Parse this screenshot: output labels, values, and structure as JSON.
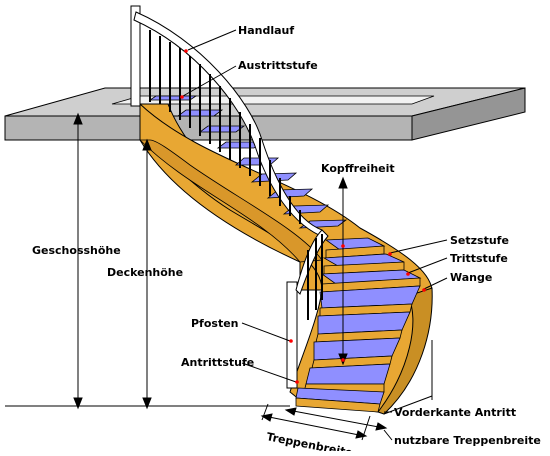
{
  "labels": {
    "handlauf": "Handlauf",
    "austrittstufe": "Austrittstufe",
    "kopffreiheit": "Kopffreiheit",
    "setzstufe": "Setzstufe",
    "trittstufe": "Trittstufe",
    "wange": "Wange",
    "geschosshoehe": "Geschosshöhe",
    "deckenhoehe": "Deckenhöhe",
    "pfosten": "Pfosten",
    "antrittstufe": "Antrittstufe",
    "vorderkante_antritt": "Vorderkante Antritt",
    "treppenbreite": "Treppenbreite",
    "nutzbare_treppenbreite": "nutzbare Treppenbreite"
  },
  "colors": {
    "slab_top": "#cfcfcf",
    "slab_front": "#a9a9a9",
    "wood": "#e8a733",
    "wood_dark": "#c98f24",
    "tread": "#8f8fff",
    "tread_dark": "#6f6fe6",
    "marker": "#ff0000",
    "line": "#000000"
  }
}
